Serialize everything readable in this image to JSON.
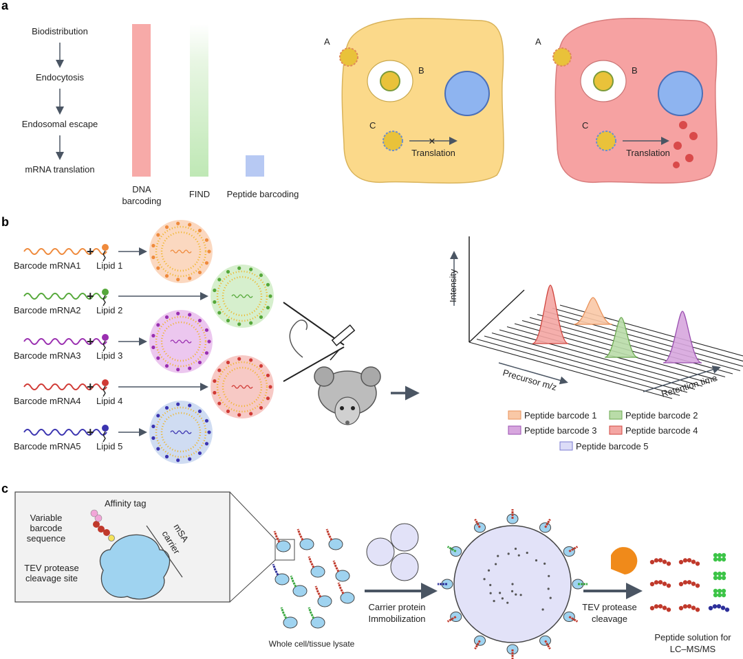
{
  "panel_a": {
    "label": "a",
    "steps": [
      "Biodistribution",
      "Endocytosis",
      "Endosomal escape",
      "mRNA translation"
    ],
    "methods": [
      {
        "label_line1": "DNA",
        "label_line2": "barcoding",
        "color": "#f7aaa8",
        "coverage": 1.0
      },
      {
        "label_line1": "FIND",
        "label_line2": "",
        "color": "#bfe8b5",
        "coverage": 1.0
      },
      {
        "label_line1": "Peptide barcoding",
        "label_line2": "",
        "color": "#b7c9f3",
        "coverage": 0.14
      }
    ],
    "cells": [
      {
        "fill": "#fbd98a",
        "edge": "#d9b35a",
        "label_a": "A",
        "label_b": "B",
        "label_c": "C",
        "translation": "Translation",
        "blocked": true
      },
      {
        "fill": "#f6a2a2",
        "edge": "#d87c7c",
        "label_a": "A",
        "label_b": "B",
        "label_c": "C",
        "translation": "Translation",
        "blocked": false
      }
    ]
  },
  "panel_b": {
    "label": "b",
    "rows": [
      {
        "mrna": "Barcode mRNA1",
        "lipid": "Lipid 1",
        "color": "#ef8a3c",
        "bg": "#fbd8c0"
      },
      {
        "mrna": "Barcode mRNA2",
        "lipid": "Lipid 2",
        "color": "#55a83a",
        "bg": "#d6efcd"
      },
      {
        "mrna": "Barcode mRNA3",
        "lipid": "Lipid 3",
        "color": "#9a2fb0",
        "bg": "#ecc7ef"
      },
      {
        "mrna": "Barcode mRNA4",
        "lipid": "Lipid 4",
        "color": "#d03a35",
        "bg": "#f7c9c5"
      },
      {
        "mrna": "Barcode mRNA5",
        "lipid": "Lipid 5",
        "color": "#3b34b0",
        "bg": "#cfdcf2"
      }
    ],
    "plus": "+",
    "axes": {
      "y": "Intensity",
      "x": "Precursor m/z",
      "z": "Retention time"
    },
    "legend": [
      {
        "name": "Peptide barcode 1",
        "color": "#f9c8a6",
        "edge": "#e9925a"
      },
      {
        "name": "Peptide barcode 2",
        "color": "#b9dca8",
        "edge": "#6aa84f"
      },
      {
        "name": "Peptide barcode 3",
        "color": "#d7a6de",
        "edge": "#9a4fb0"
      },
      {
        "name": "Peptide barcode 4",
        "color": "#f4a6a3",
        "edge": "#d0463f"
      },
      {
        "name": "Peptide barcode 5",
        "color": "#dcdcf7",
        "edge": "#7a7ad0"
      }
    ]
  },
  "panel_c": {
    "label": "c",
    "affinity_tag": "Affinity tag",
    "variable_line1": "Variable",
    "variable_line2": "barcode",
    "variable_line3": "sequence",
    "msa_line1": "mSA",
    "msa_line2": "carrier",
    "tev_line1": "TEV protease",
    "tev_line2": "cleavage site",
    "lysate": "Whole cell/tissue lysate",
    "step1_line1": "Carrier protein",
    "step1_line2": "Immobilization",
    "step2_line1": "TEV protease",
    "step2_line2": "cleavage",
    "result_line1": "Peptide solution for",
    "result_line2": "LC–MS/MS"
  }
}
